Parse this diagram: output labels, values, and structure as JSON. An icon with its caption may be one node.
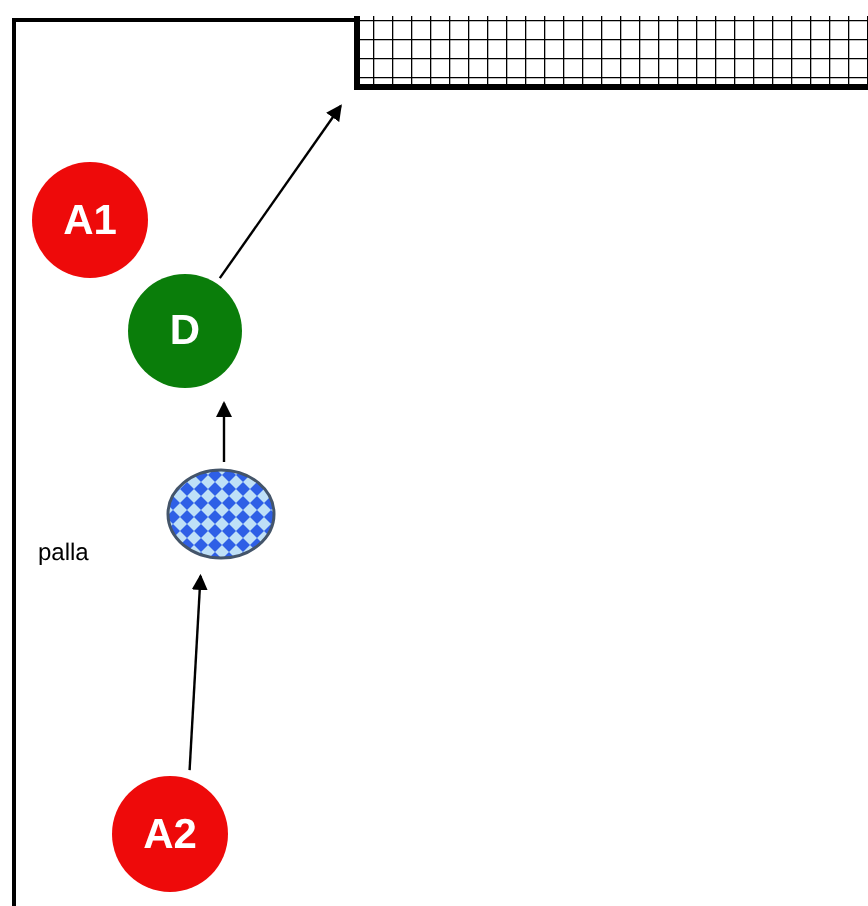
{
  "diagram": {
    "nodes": [
      {
        "text": [
          "A1"
        ]
      },
      {
        "text": [
          "D"
        ]
      },
      {
        "text": [],
        "shape": "circle",
        "beside": [
          "palla"
        ]
      },
      {
        "text": [
          "A2"
        ]
      },
      {
        "text": [],
        "shape": "box"
      }
    ],
    "edges": [
      {
        "from": 3,
        "to": 2,
        "arrow": "to"
      },
      {
        "from": 2,
        "to": 1,
        "arrow": "to"
      },
      {
        "from": 1,
        "to": 4,
        "arrow": "to"
      }
    ]
  }
}
